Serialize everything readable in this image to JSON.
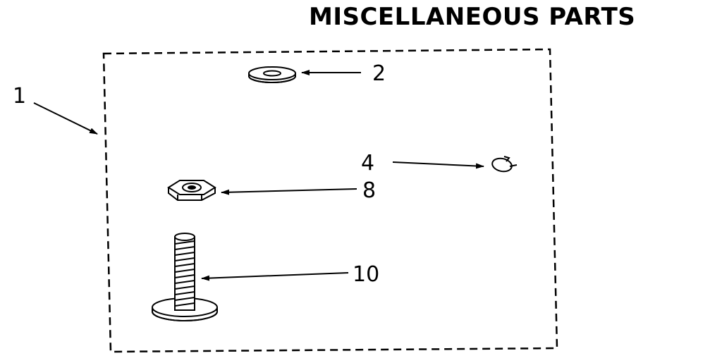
{
  "title": "MISCELLANEOUS PARTS",
  "callouts": {
    "kit": "1",
    "washer": "2",
    "clip": "4",
    "nut": "8",
    "leg": "10"
  },
  "colors": {
    "ink": "#000000",
    "paper": "#ffffff"
  }
}
